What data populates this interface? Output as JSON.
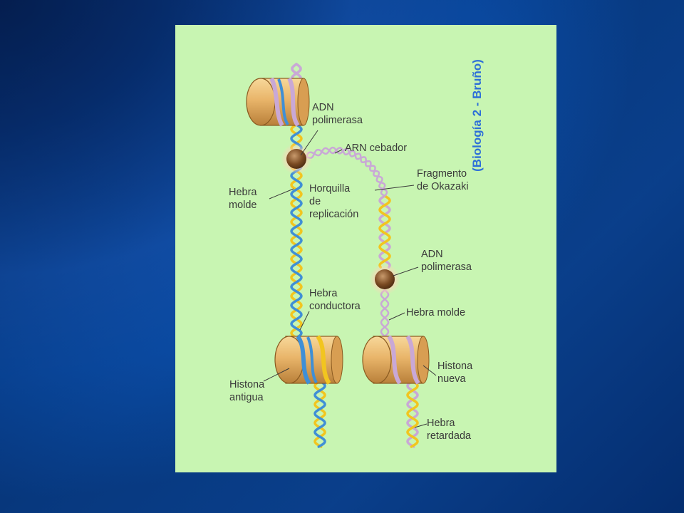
{
  "credit": "(Biología 2 - Bruño)",
  "labels": {
    "adn_polimerasa_top": [
      "ADN",
      "polimerasa"
    ],
    "arn_cebador": "ARN cebador",
    "fragmento_okazaki": [
      "Fragmento",
      "de Okazaki"
    ],
    "hebra_molde_left": [
      "Hebra",
      "molde"
    ],
    "horquilla": [
      "Horquilla",
      "de",
      "replicación"
    ],
    "adn_polimerasa_bottom": [
      "ADN",
      "polimerasa"
    ],
    "hebra_conductora": [
      "Hebra",
      "conductora"
    ],
    "hebra_molde_right": "Hebra molde",
    "histona_nueva": [
      "Histona",
      "nueva"
    ],
    "histona_antigua": [
      "Histona",
      "antigua"
    ],
    "hebra_retardada": [
      "Hebra",
      "retardada"
    ]
  },
  "colors": {
    "background_panel": "#c8f5b2",
    "histone": "#e9b56a",
    "strand_blue": "#3f8fd6",
    "strand_yellow": "#f2c51f",
    "strand_lilac": "#c9a8d6",
    "polymerase": "#7a4a22",
    "credit_text": "#2d6fd8"
  }
}
